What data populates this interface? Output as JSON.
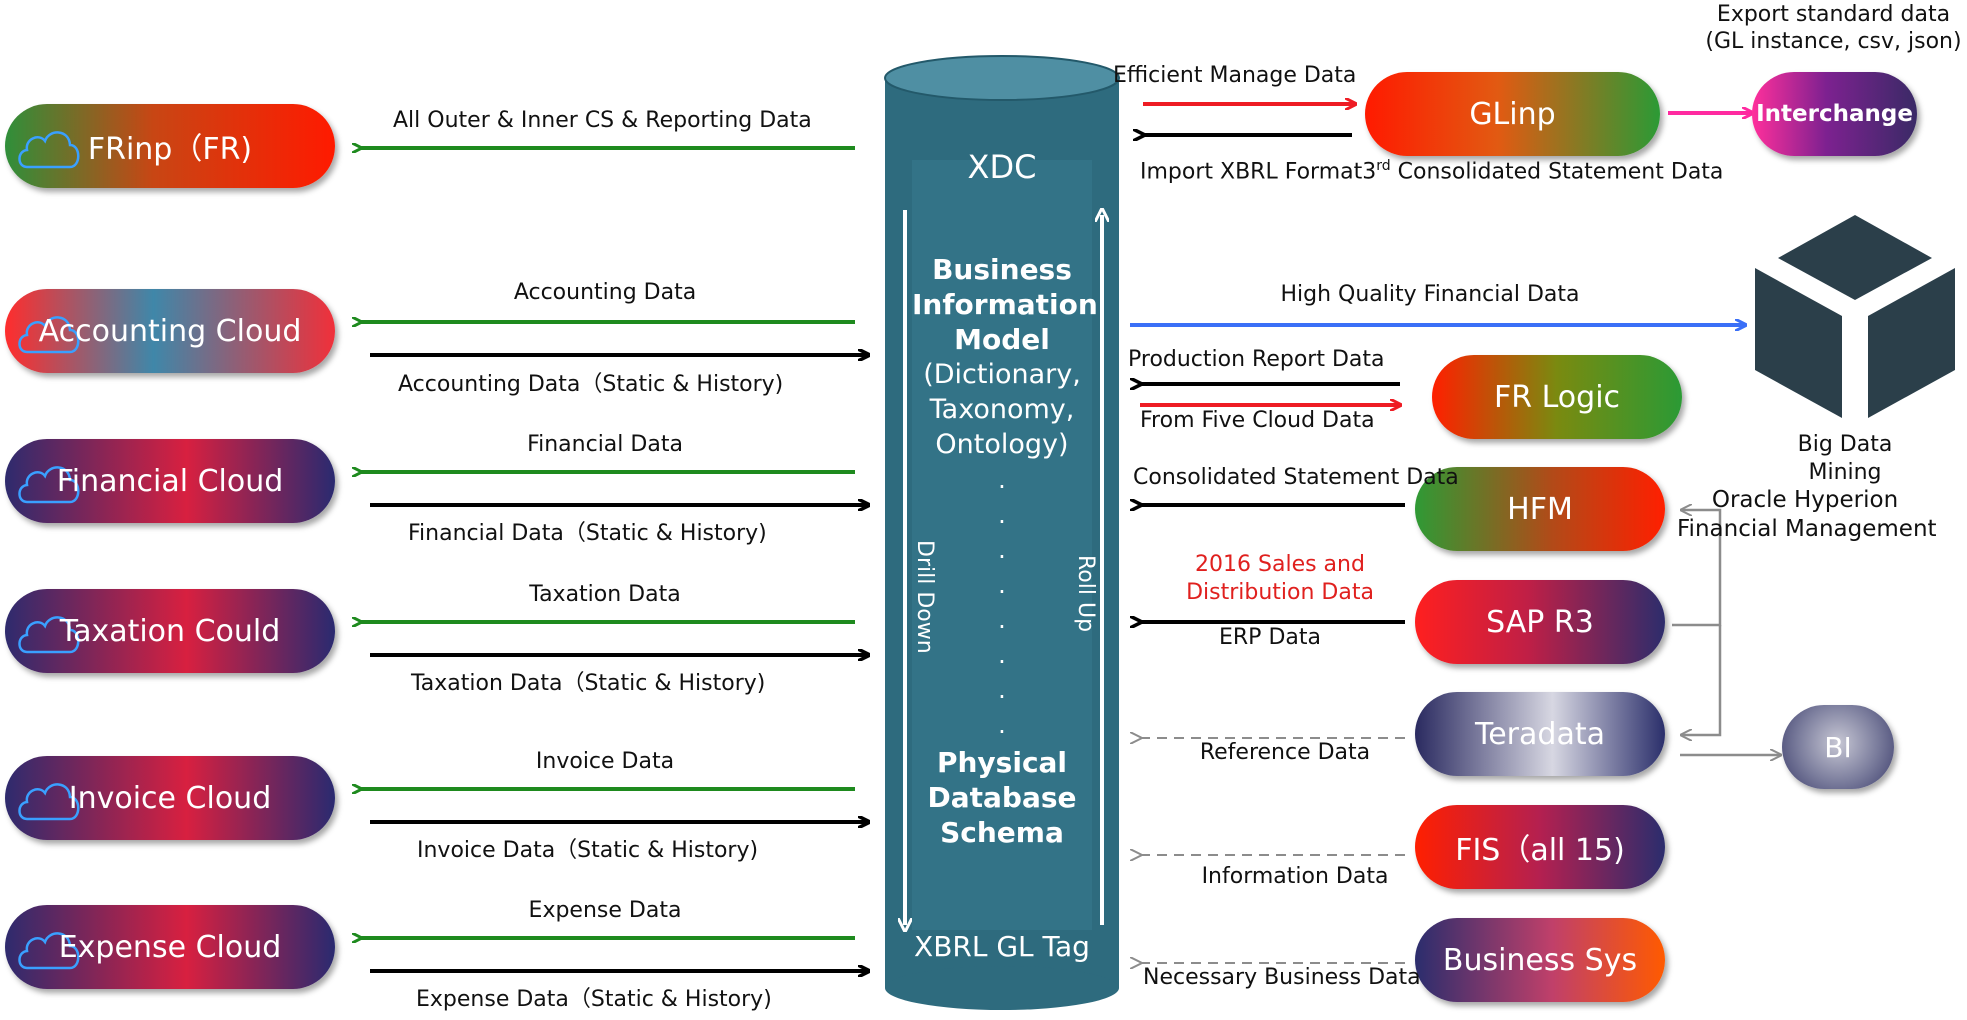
{
  "left_nodes": [
    {
      "label": "FRinp（FR)"
    },
    {
      "label": "Accounting Cloud"
    },
    {
      "label": "Financial Cloud"
    },
    {
      "label": "Taxation Could"
    },
    {
      "label": "Invoice Cloud"
    },
    {
      "label": "Expense Cloud"
    }
  ],
  "left_arrows": {
    "frinp": "All Outer & Inner CS & Reporting Data",
    "accounting_in": "Accounting Data",
    "accounting_out": "Accounting Data（Static & History)",
    "financial_in": "Financial Data",
    "financial_out": "Financial Data（Static & History)",
    "taxation_in": "Taxation Data",
    "taxation_out": "Taxation Data（Static & History)",
    "invoice_in": "Invoice Data",
    "invoice_out": "Invoice Data（Static & History)",
    "expense_in": "Expense Data",
    "expense_out": "Expense Data（Static & History)"
  },
  "column": {
    "top": "XDC",
    "bim_bold": "Business Information Model",
    "bim_sub": "(Dictionary, Taxonomy, Ontology)",
    "dots": "·\n·\n·\n·\n·\n·\n·\n·",
    "phys": "Physical Database Schema",
    "bottom": "XBRL GL Tag",
    "drill": "Drill Down",
    "roll": "Roll Up"
  },
  "right_nodes": {
    "glinp": "GLinp",
    "interchange": "Interchange",
    "fr_logic": "FR Logic",
    "hfm": "HFM",
    "sap": "SAP R3",
    "teradata": "Teradata",
    "fis": "FIS（all 15)",
    "business_sys": "Business Sys",
    "bi": "BI"
  },
  "right_labels": {
    "export_1": "Export standard data",
    "export_2": "(GL instance, csv, json)",
    "efficient": "Efficient Manage Data",
    "import_a": "Import XBRL Format",
    "import_sup_pre": "3",
    "import_sup": "rd",
    "import_b": " Consolidated Statement Data",
    "high_quality": "High Quality Financial Data",
    "production": "Production Report Data",
    "five_cloud": "From Five Cloud Data",
    "big_data_1": "Big Data",
    "big_data_2": "Mining",
    "oracle_1": "Oracle Hyperion",
    "oracle_2": "Financial Management",
    "consolidated": "Consolidated Statement Data",
    "sales_1": "2016 Sales and",
    "sales_2": "Distribution Data",
    "erp": "ERP Data",
    "reference": "Reference Data",
    "information": "Information Data",
    "necessary": "Necessary Business Data"
  },
  "colors": {
    "green_arrow": "#1e8a1e",
    "black_arrow": "#000000",
    "red_arrow": "#ee1c24",
    "blue_arrow": "#3a6ff7",
    "pink_arrow": "#ff2aa0",
    "column": "#2e6b7e",
    "gray_dash": "#8c8c8c"
  }
}
